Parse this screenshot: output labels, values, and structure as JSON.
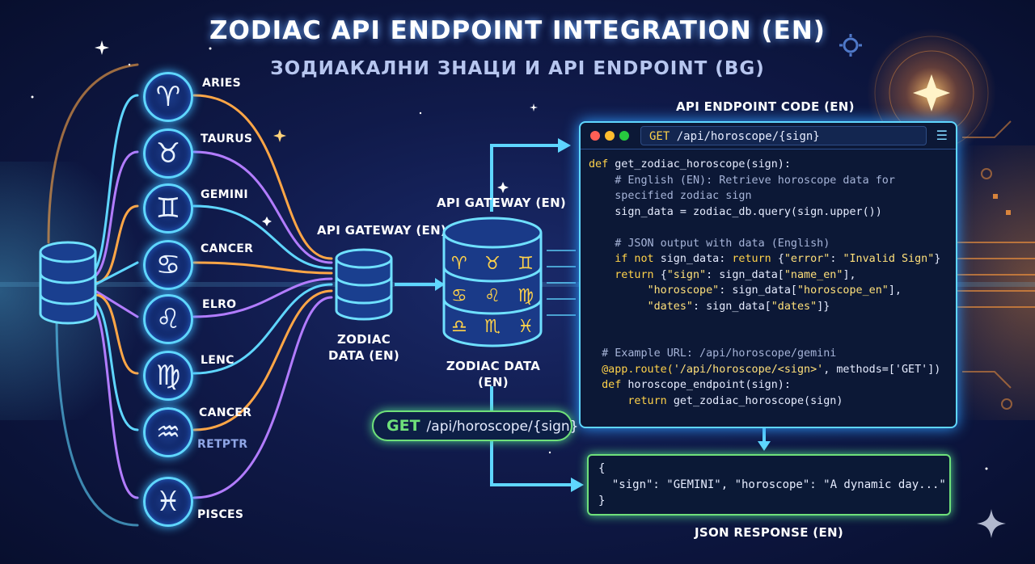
{
  "title": "ZODIAC API ENDPOINT INTEGRATION (EN)",
  "subtitle": "ЗОДИАКАЛНИ ЗНАЦИ И API ENDPOINT (BG)",
  "signs": [
    {
      "symbol": "♈",
      "label": "ARIES",
      "icon": "aries-icon"
    },
    {
      "symbol": "♉",
      "label": "TAURUS",
      "icon": "taurus-icon"
    },
    {
      "symbol": "♊",
      "label": "GEMINI",
      "icon": "gemini-icon"
    },
    {
      "symbol": "♋",
      "label": "CANCER",
      "icon": "cancer-icon"
    },
    {
      "symbol": "♌",
      "label": "ELRO",
      "icon": "leo-icon"
    },
    {
      "symbol": "♍",
      "label": "LENC",
      "icon": "virgo-icon"
    },
    {
      "symbol": "♒",
      "label": "CANCER",
      "sublabel": "RETPTR",
      "icon": "aquarius-icon"
    },
    {
      "symbol": "♓",
      "label": "PISCES",
      "icon": "pisces-icon"
    }
  ],
  "gateway_small": {
    "label": "API GATEWAY (EN)",
    "data_label_1": "ZODIAC",
    "data_label_2": "DATA (EN)"
  },
  "gateway_big": {
    "label": "API GATEWAY (EN)",
    "data_label_1": "ZODIAC DATA",
    "data_label_2": "(EN)",
    "glyphs": [
      "♈",
      "♉",
      "♊",
      "♋",
      "♌",
      "♍",
      "♎",
      "♏",
      "♓"
    ]
  },
  "code_panel": {
    "label": "API ENDPOINT CODE (EN)",
    "url_method": "GET",
    "url_path": "/api/horoscope/{sign}",
    "lines": [
      {
        "parts": [
          {
            "c": "kw",
            "t": "def "
          },
          {
            "c": "",
            "t": "get_zodiac_horoscope(sign):"
          }
        ]
      },
      {
        "parts": [
          {
            "c": "cm",
            "t": "    # English (EN): Retrieve horoscope data for"
          }
        ]
      },
      {
        "parts": [
          {
            "c": "cm",
            "t": "    specified zodiac sign"
          }
        ]
      },
      {
        "parts": [
          {
            "c": "",
            "t": "    sign_data = zodiac_db.query(sign.upper())"
          }
        ]
      },
      {
        "parts": [
          {
            "c": "",
            "t": " "
          }
        ]
      },
      {
        "parts": [
          {
            "c": "cm",
            "t": "    # JSON output with data (English)"
          }
        ]
      },
      {
        "parts": [
          {
            "c": "kw",
            "t": "    if not "
          },
          {
            "c": "",
            "t": "sign_data: "
          },
          {
            "c": "kw",
            "t": "return "
          },
          {
            "c": "",
            "t": "{"
          },
          {
            "c": "str",
            "t": "\"error\""
          },
          {
            "c": "",
            "t": ": "
          },
          {
            "c": "str",
            "t": "\"Invalid Sign\""
          },
          {
            "c": "",
            "t": "}"
          }
        ]
      },
      {
        "parts": [
          {
            "c": "kw",
            "t": "    return "
          },
          {
            "c": "",
            "t": "{"
          },
          {
            "c": "str",
            "t": "\"sign\""
          },
          {
            "c": "",
            "t": ": sign_data["
          },
          {
            "c": "str",
            "t": "\"name_en\""
          },
          {
            "c": "",
            "t": "],"
          }
        ]
      },
      {
        "parts": [
          {
            "c": "",
            "t": "         "
          },
          {
            "c": "str",
            "t": "\"horoscope\""
          },
          {
            "c": "",
            "t": ": sign_data["
          },
          {
            "c": "str",
            "t": "\"horoscope_en\""
          },
          {
            "c": "",
            "t": "],"
          }
        ]
      },
      {
        "parts": [
          {
            "c": "",
            "t": "         "
          },
          {
            "c": "str",
            "t": "\"dates\""
          },
          {
            "c": "",
            "t": ": sign_data["
          },
          {
            "c": "str",
            "t": "\"dates\""
          },
          {
            "c": "",
            "t": "]}"
          }
        ]
      },
      {
        "parts": [
          {
            "c": "",
            "t": " "
          }
        ]
      },
      {
        "parts": [
          {
            "c": "",
            "t": " "
          }
        ]
      },
      {
        "parts": [
          {
            "c": "cm",
            "t": "  # Example URL: /api/horoscope/gemini"
          }
        ]
      },
      {
        "parts": [
          {
            "c": "kw",
            "t": "  @app.route("
          },
          {
            "c": "str",
            "t": "'/api/horoscope/<sign>'"
          },
          {
            "c": "",
            "t": ", methods=['GET'])"
          }
        ]
      },
      {
        "parts": [
          {
            "c": "kw",
            "t": "  def "
          },
          {
            "c": "",
            "t": "horoscope_endpoint(sign):"
          }
        ]
      },
      {
        "parts": [
          {
            "c": "kw",
            "t": "      return "
          },
          {
            "c": "",
            "t": "get_zodiac_horoscope(sign)"
          }
        ]
      }
    ]
  },
  "get_pill": {
    "method": "GET",
    "path": "/api/horoscope/{sign}"
  },
  "json_panel": {
    "label": "JSON RESPONSE (EN)",
    "line1": "{",
    "line2": "  \"sign\": \"GEMINI\", \"horoscope\": \"A dynamic day...\"",
    "line3": "}"
  },
  "colors": {
    "accent_cyan": "#5fd6ff",
    "accent_orange": "#ffa646",
    "accent_purple": "#b27cff",
    "accent_green": "#6fe07a",
    "keyword": "#ffd24a"
  }
}
